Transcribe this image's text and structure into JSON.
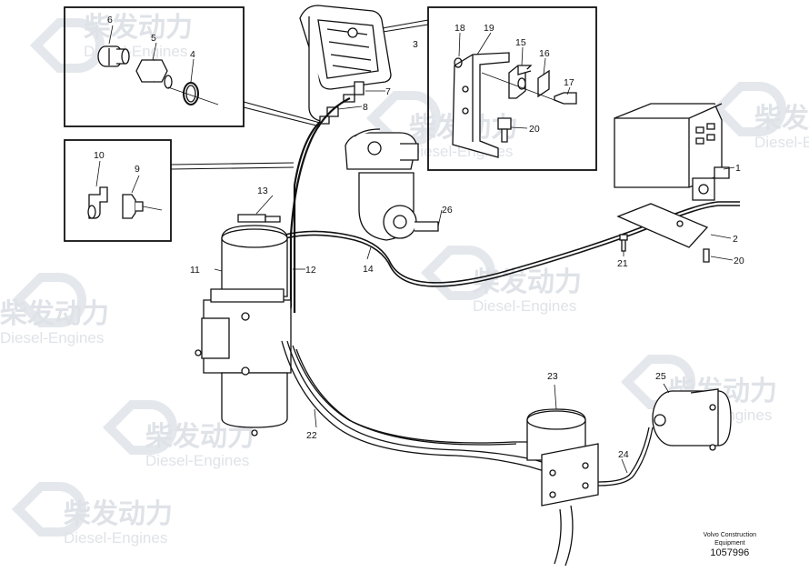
{
  "watermark": {
    "cn": "柴发动力",
    "en": "Diesel-Engines"
  },
  "callouts": {
    "c1": "1",
    "c2": "2",
    "c3": "3",
    "c4": "4",
    "c5": "5",
    "c6": "6",
    "c7": "7",
    "c8": "8",
    "c9": "9",
    "c10": "10",
    "c11": "11",
    "c12": "12",
    "c13": "13",
    "c14": "14",
    "c15": "15",
    "c16": "16",
    "c17": "17",
    "c18": "18",
    "c19": "19",
    "c20a": "20",
    "c20b": "20",
    "c21": "21",
    "c22": "22",
    "c23": "23",
    "c24": "24",
    "c25": "25",
    "c26": "26"
  },
  "footer": {
    "line1": "Volvo Construction",
    "line2": "Equipment",
    "doc_number": "1057996"
  }
}
